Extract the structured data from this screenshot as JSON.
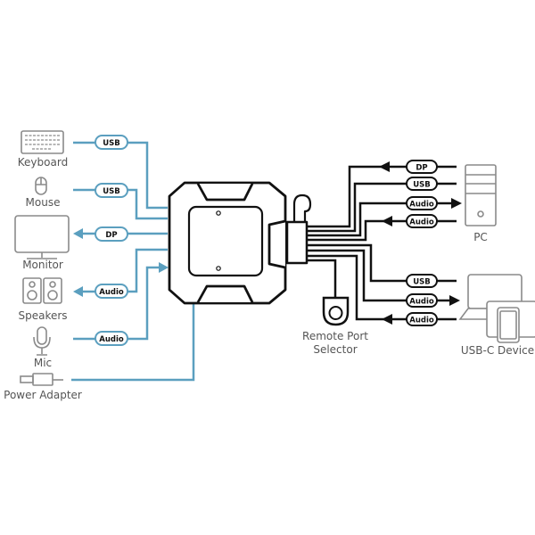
{
  "diagram": {
    "colors": {
      "local_line": "#5b9fbf",
      "computer_line": "#111111",
      "icon_gray": "#8a8a8a",
      "label": "#555555"
    },
    "local_devices": [
      {
        "id": "keyboard",
        "label": "Keyboard",
        "cable": "USB",
        "direction": "to-switch"
      },
      {
        "id": "mouse",
        "label": "Mouse",
        "cable": "USB",
        "direction": "to-switch"
      },
      {
        "id": "monitor",
        "label": "Monitor",
        "cable": "DP",
        "direction": "to-device"
      },
      {
        "id": "speakers",
        "label": "Speakers",
        "cable": "Audio",
        "direction": "to-device"
      },
      {
        "id": "mic",
        "label": "Mic",
        "cable": "Audio",
        "direction": "to-switch"
      },
      {
        "id": "power",
        "label": "Power Adapter",
        "cable": "",
        "direction": "to-switch"
      }
    ],
    "computers": [
      {
        "id": "pc",
        "label": "PC",
        "cables": [
          {
            "cable": "DP",
            "direction": "to-switch"
          },
          {
            "cable": "USB",
            "direction": "none"
          },
          {
            "cable": "Audio",
            "direction": "to-device"
          },
          {
            "cable": "Audio",
            "direction": "to-switch"
          }
        ]
      },
      {
        "id": "usbc",
        "label": "USB-C Device",
        "cables": [
          {
            "cable": "USB",
            "direction": "none"
          },
          {
            "cable": "Audio",
            "direction": "to-device"
          },
          {
            "cable": "Audio",
            "direction": "to-switch"
          }
        ]
      }
    ],
    "remote": {
      "label_line1": "Remote Port",
      "label_line2": "Selector"
    }
  }
}
